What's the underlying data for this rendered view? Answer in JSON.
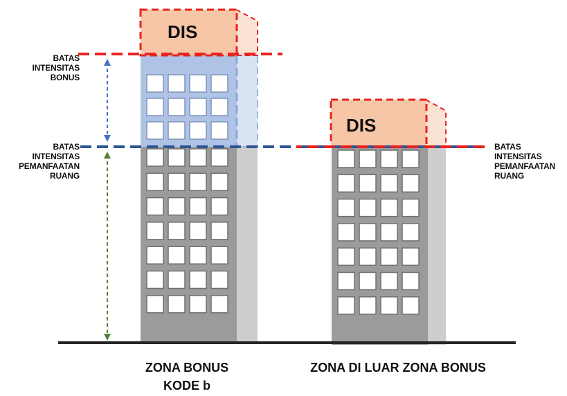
{
  "left_labels": {
    "bonus_limit": [
      "BATAS",
      "INTENSITAS",
      "BONUS"
    ],
    "space_use_limit": [
      "BATAS",
      "INTENSITAS",
      "PEMANFAATAN",
      "RUANG"
    ]
  },
  "right_labels": {
    "space_use_limit": [
      "BATAS",
      "INTENSITAS",
      "PEMANFAATAN",
      "RUANG"
    ]
  },
  "buildings": {
    "bonus_zone": {
      "dis_label": "DIS",
      "caption": [
        "ZONA BONUS",
        "KODE b"
      ]
    },
    "outside_zone": {
      "dis_label": "DIS",
      "caption": [
        "ZONA DI LUAR ZONA BONUS"
      ]
    }
  },
  "colors": {
    "dis_fill": "#f6c6a6",
    "dis_outline": "#e8231f",
    "bonus_fill": "#aec3e6",
    "building_gray": "#9b9b9b",
    "building_side": "#cdcdcd",
    "limit_line_blue": "#2f5597",
    "arrow_blue": "#4472c4",
    "arrow_green": "#548235",
    "ground": "#262626"
  }
}
